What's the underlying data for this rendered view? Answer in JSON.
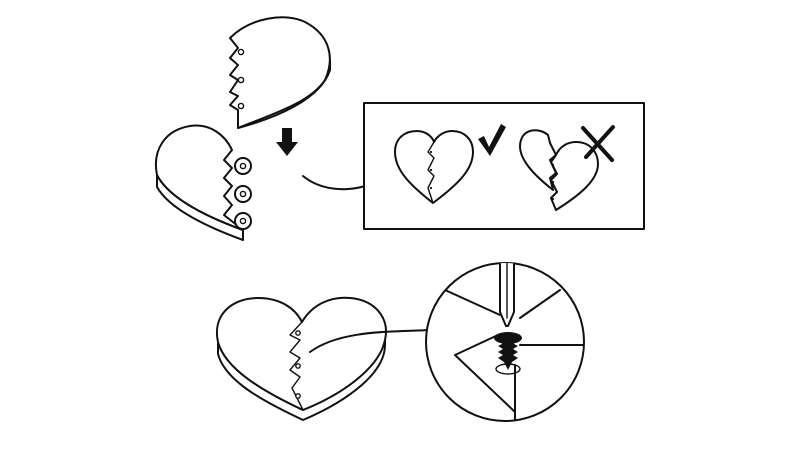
{
  "diagram": {
    "ink_color": "#111111",
    "background_color": "#ffffff",
    "steps": [
      {
        "id": "step-1",
        "icons": [
          "heart-half-left-icon",
          "heart-half-right-icon",
          "arrow-down-icon"
        ]
      },
      {
        "id": "callout-correct-incorrect",
        "icons": [
          "check-icon",
          "cross-icon"
        ]
      },
      {
        "id": "step-2",
        "icons": [
          "heart-assembled-icon",
          "screwdriver-icon",
          "screw-icon"
        ]
      }
    ]
  }
}
